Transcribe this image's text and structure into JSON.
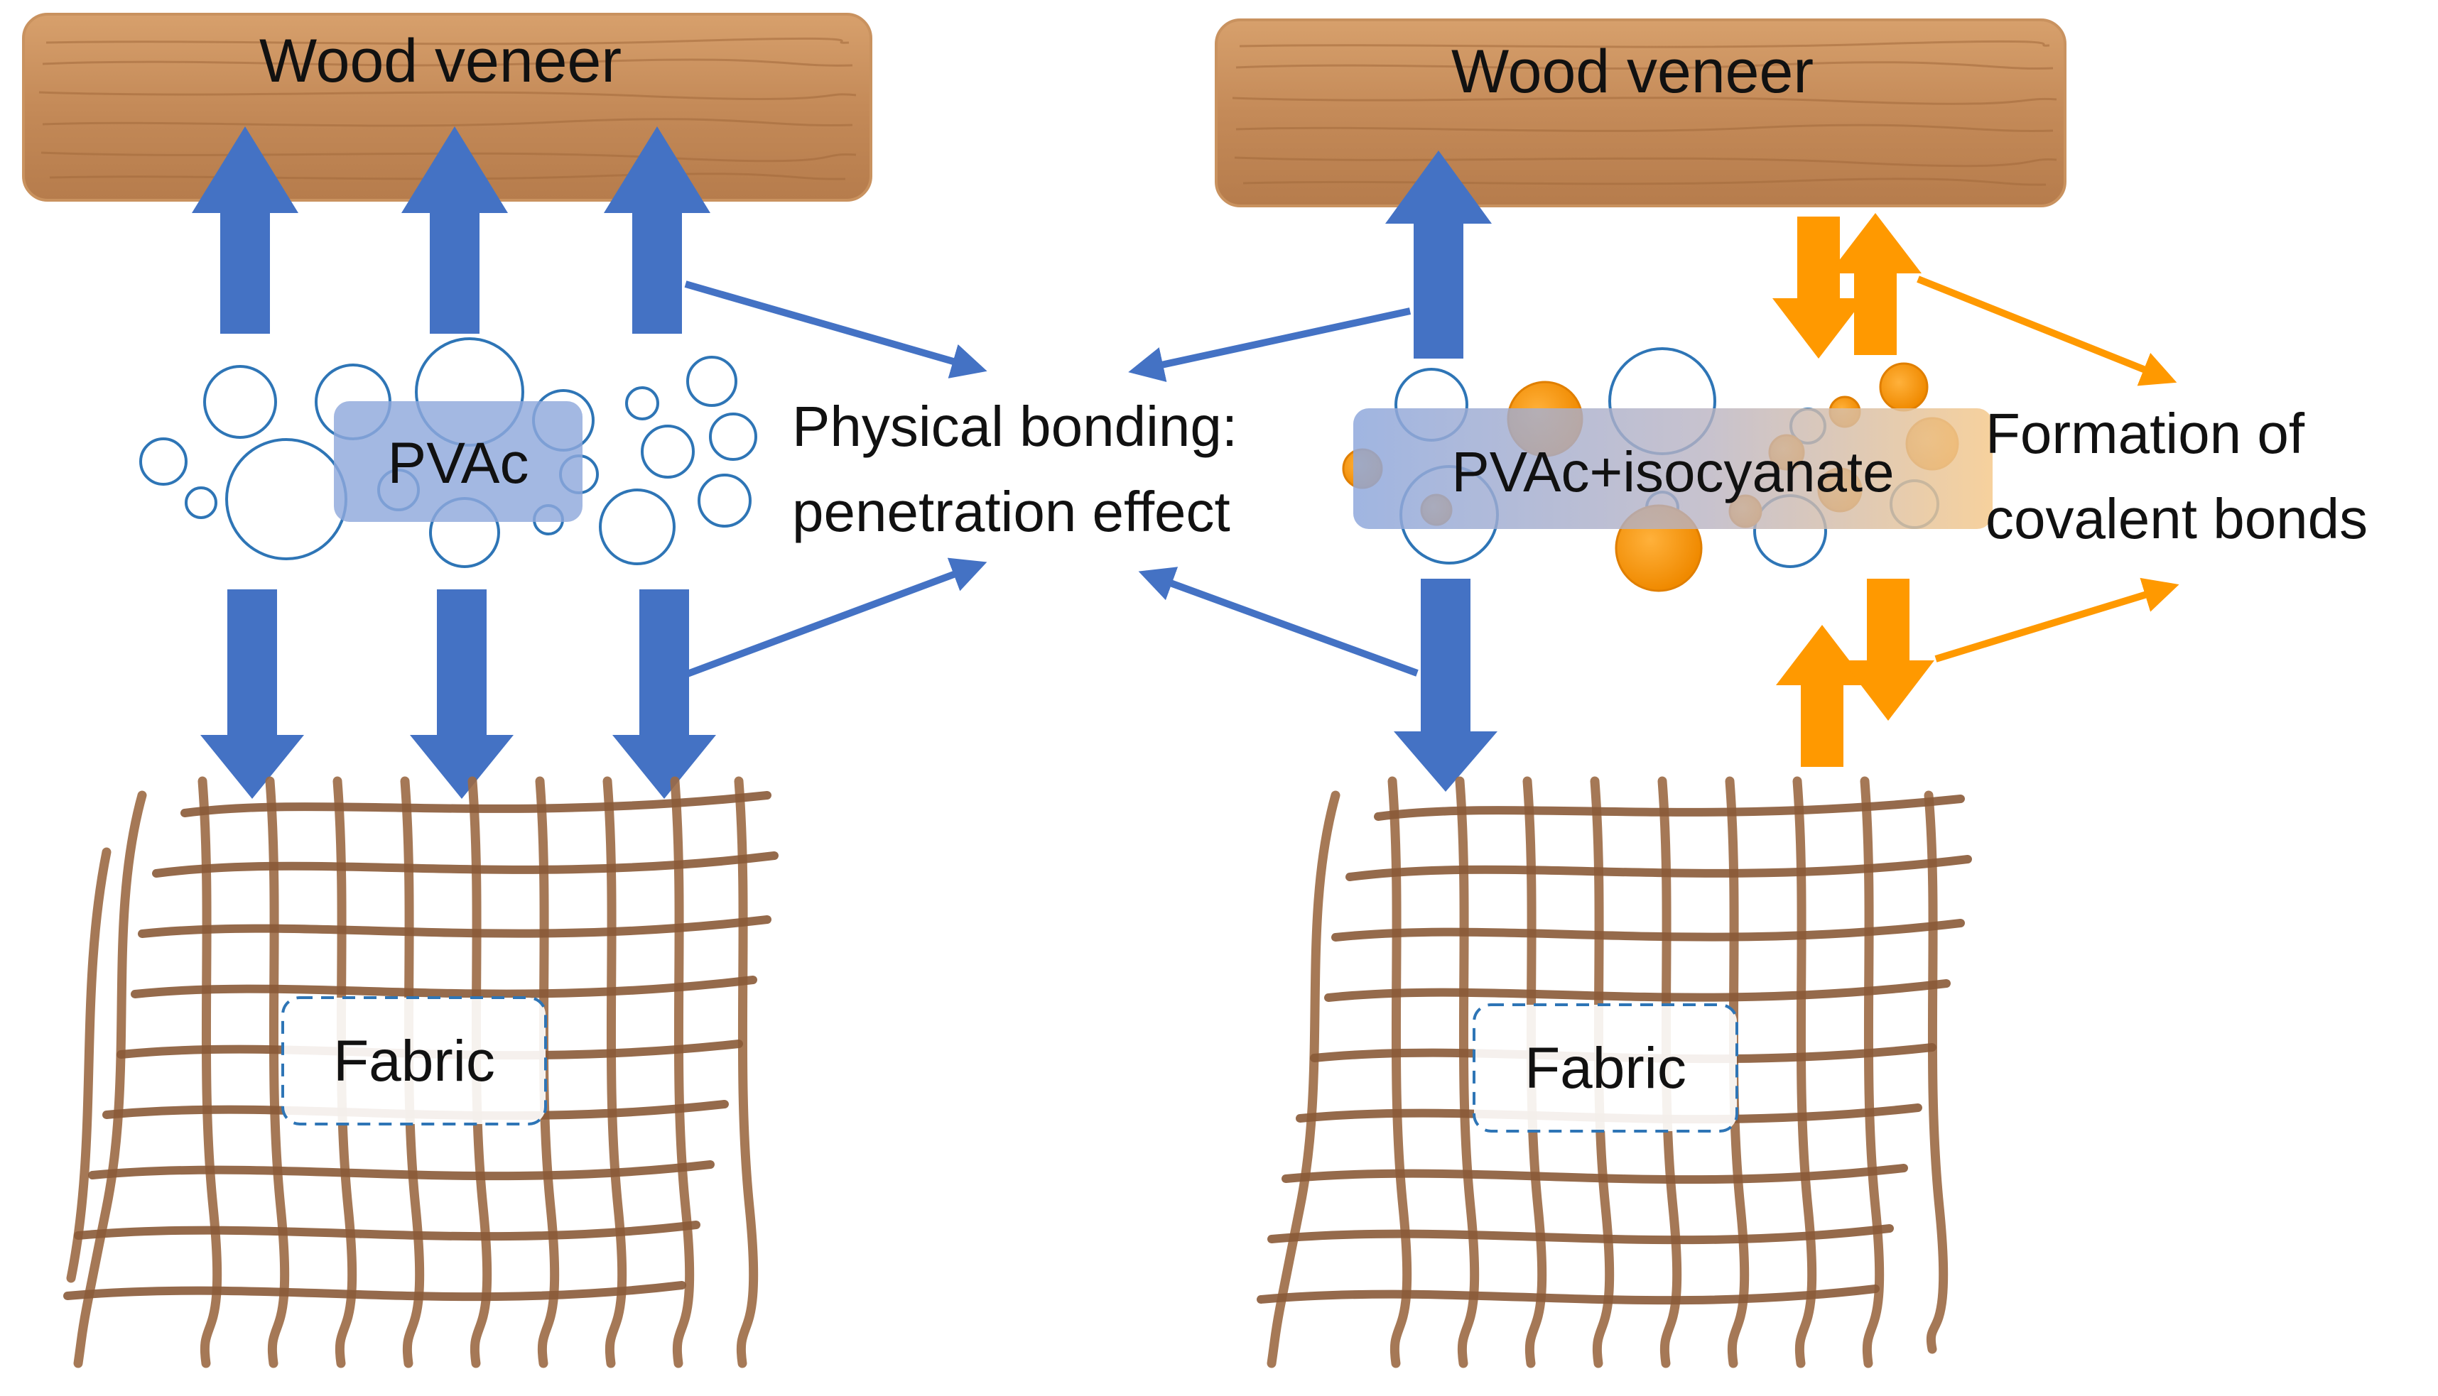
{
  "left_panel": {
    "veneer_label": "Wood veneer",
    "adhesive_label": "PVAc",
    "fabric_label": "Fabric"
  },
  "right_panel": {
    "veneer_label": "Wood veneer",
    "adhesive_label": "PVAc+isocyanate",
    "fabric_label": "Fabric"
  },
  "center_annotation": {
    "line1": "Physical bonding:",
    "line2": "penetration effect"
  },
  "right_annotation": {
    "line1": "Formation of",
    "line2": "covalent bonds"
  },
  "colors": {
    "physical_arrow": "#4472c4",
    "covalent_arrow": "#ff9900",
    "wood": "#c48a58",
    "fabric_thread": "#9c6a44",
    "bubble_outline": "#2e75b6",
    "adhesive_box": "#8fa8dc"
  }
}
